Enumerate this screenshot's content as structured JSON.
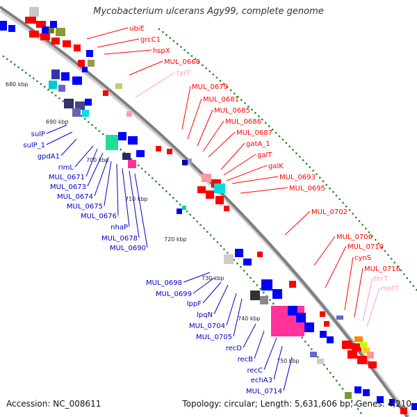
{
  "title": "Mycobacterium ulcerans Agy99, complete genome",
  "accession": "Accession: NC_008611",
  "summary": "Topology: circular; Length: 5,631,606 bp; Genes: 4,210",
  "colors": {
    "backbone": "#8a8a8a",
    "forward_gene": "#ff0000",
    "reverse_gene": "#0000ff",
    "rna_gene": "#ff99cc",
    "gc_skew_dot": "#1a8a1a"
  },
  "ticks": [
    "680 kbp",
    "690 kbp",
    "700 kbp",
    "710 kbp",
    "720 kbp",
    "730 kbp",
    "740 kbp",
    "750 kbp"
  ],
  "right_labels": [
    {
      "text": "ubiE",
      "color": "#ff0000"
    },
    {
      "text": "grcC1",
      "color": "#ff0000"
    },
    {
      "text": "hspX",
      "color": "#ff0000"
    },
    {
      "text": "MUL_0668",
      "color": "#ff0000"
    },
    {
      "text": "tyrT",
      "color": "#ff99cc"
    },
    {
      "text": "MUL_0679",
      "color": "#ff0000"
    },
    {
      "text": "MUL_0681",
      "color": "#ff0000"
    },
    {
      "text": "MUL_0685",
      "color": "#ff0000"
    },
    {
      "text": "MUL_0686",
      "color": "#ff0000"
    },
    {
      "text": "MUL_0687",
      "color": "#ff0000"
    },
    {
      "text": "gatA_1",
      "color": "#ff0000"
    },
    {
      "text": "galT",
      "color": "#ff0000"
    },
    {
      "text": "galK",
      "color": "#ff0000"
    },
    {
      "text": "MUL_0693",
      "color": "#ff0000"
    },
    {
      "text": "MUL_0695",
      "color": "#ff0000"
    },
    {
      "text": "MUL_0702",
      "color": "#ff0000"
    },
    {
      "text": "MUL_0706",
      "color": "#ff0000"
    },
    {
      "text": "MUL_0710",
      "color": "#ff0000"
    },
    {
      "text": "cynS",
      "color": "#ff0000"
    },
    {
      "text": "MUL_0716",
      "color": "#ff0000"
    },
    {
      "text": "thrT",
      "color": "#ff99cc"
    },
    {
      "text": "metT",
      "color": "#ff99cc"
    }
  ],
  "left_labels": [
    {
      "text": "sulP",
      "color": "#0000cc"
    },
    {
      "text": "sulP_1",
      "color": "#0000cc"
    },
    {
      "text": "gpdA1",
      "color": "#0000cc"
    },
    {
      "text": "rimL",
      "color": "#0000cc"
    },
    {
      "text": "MUL_0671",
      "color": "#0000cc"
    },
    {
      "text": "MUL_0673",
      "color": "#0000cc"
    },
    {
      "text": "MUL_0674",
      "color": "#0000cc"
    },
    {
      "text": "MUL_0675",
      "color": "#0000cc"
    },
    {
      "text": "MUL_0676",
      "color": "#0000cc"
    },
    {
      "text": "nhaP",
      "color": "#0000cc"
    },
    {
      "text": "MUL_0678",
      "color": "#0000cc"
    },
    {
      "text": "MUL_0690",
      "color": "#0000cc"
    },
    {
      "text": "MUL_0698",
      "color": "#0000cc"
    },
    {
      "text": "MUL_0699",
      "color": "#0000cc"
    },
    {
      "text": "lppF",
      "color": "#0000cc"
    },
    {
      "text": "lpqN",
      "color": "#0000cc"
    },
    {
      "text": "MUL_0704",
      "color": "#0000cc"
    },
    {
      "text": "MUL_0705",
      "color": "#0000cc"
    },
    {
      "text": "recD",
      "color": "#0000cc"
    },
    {
      "text": "recB",
      "color": "#0000cc"
    },
    {
      "text": "recC",
      "color": "#0000cc"
    },
    {
      "text": "echA3",
      "color": "#0000cc"
    },
    {
      "text": "MUL_0714",
      "color": "#0000cc"
    }
  ]
}
